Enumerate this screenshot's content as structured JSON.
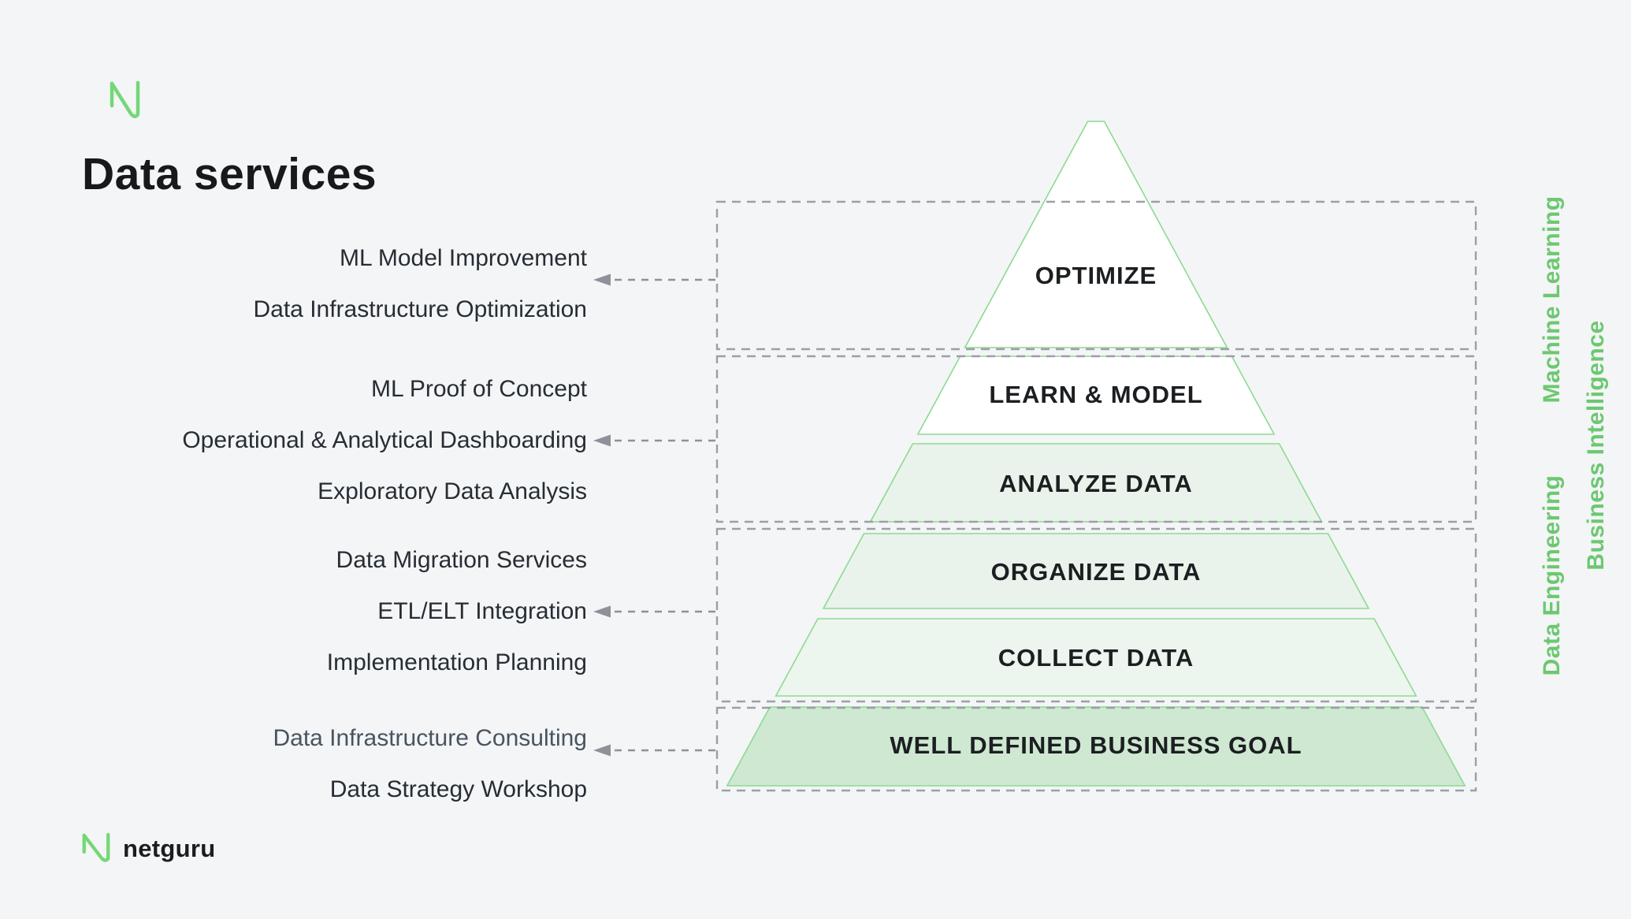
{
  "header": {
    "title": "Data services"
  },
  "brand": {
    "wordmark": "netguru"
  },
  "colors": {
    "background": "#f4f5f6",
    "accent_green": "#72d876",
    "category_green": "#6cc871",
    "pyramid_border_green": "#8bdb90",
    "pyramid_fill_white": "#ffffff",
    "pyramid_fill_light_green": "#e9f3eb",
    "pyramid_fill_medium_green": "#cfe8d2",
    "dash_gray": "#9aa0a6",
    "text_dark": "#262d34",
    "text_muted": "#49545f"
  },
  "services": {
    "groups": [
      {
        "items": [
          "ML Model Improvement",
          "Data Infrastructure Optimization"
        ]
      },
      {
        "items": [
          "ML Proof of Concept",
          "Operational & Analytical Dashboarding",
          "Exploratory Data Analysis"
        ]
      },
      {
        "items": [
          "Data Migration Services",
          "ETL/ELT Integration",
          "Implementation Planning"
        ]
      },
      {
        "items": [
          "Data Infrastructure Consulting",
          "Data Strategy Workshop"
        ]
      }
    ]
  },
  "pyramid": {
    "levels": [
      "OPTIMIZE",
      "LEARN & MODEL",
      "ANALYZE DATA",
      "ORGANIZE DATA",
      "COLLECT DATA",
      "WELL DEFINED BUSINESS GOAL"
    ]
  },
  "categories": {
    "machine_learning": "Machine Learning",
    "business_intelligence": "Business Intelligence",
    "data_engineering": "Data Engineering"
  }
}
